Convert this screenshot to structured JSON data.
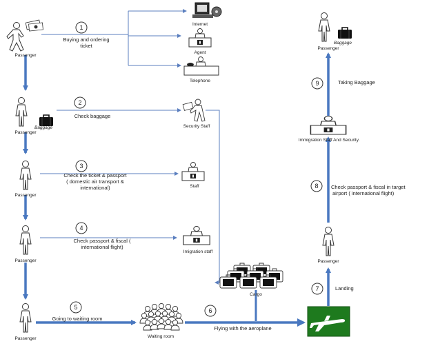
{
  "passenger_label": "Passenger",
  "baggage_label": "Baggage",
  "steps": [
    {
      "number": "1",
      "text_lines": [
        "Buying and ordering",
        "ticket"
      ]
    },
    {
      "number": "2",
      "text_lines": [
        "Check baggage"
      ]
    },
    {
      "number": "3",
      "text_lines": [
        "Check the ticket & passport",
        "( domestic air transport &",
        "international)"
      ]
    },
    {
      "number": "4",
      "text_lines": [
        "Check passport & fiscal (",
        "international flight)"
      ]
    },
    {
      "number": "5",
      "text_lines": [
        "Going to waiting room"
      ]
    },
    {
      "number": "6",
      "text_lines": [
        "Flying with the aeroplane"
      ]
    },
    {
      "number": "7",
      "text_lines": [
        "Landing"
      ]
    },
    {
      "number": "8",
      "text_lines": [
        "Check passport & fiscal in target",
        "airport  ( international flight)"
      ]
    },
    {
      "number": "9",
      "text_lines": [
        "Taking Baggage"
      ]
    }
  ],
  "nodes": {
    "internet": "Internet",
    "agent": "Agent",
    "telephone": "Telephone",
    "security_staff": "Security Staff",
    "staff": "Staff",
    "immigration_staff": "Imigration staff",
    "cargo": "Cargo",
    "waiting_room": "Waiting room",
    "immigration_security": "Immigration Staff And Security."
  },
  "colors": {
    "flow_arrow": "#4a78c0",
    "connector": "#5b7fbf",
    "airport_sign": "#1e7a1e",
    "figure_fill": "#ffffff",
    "figure_stroke": "#333333"
  },
  "icons": {
    "passenger": "person-icon",
    "baggage": "suitcase-icon",
    "internet": "computer-icon",
    "agent": "desk-agent-icon",
    "telephone": "telephone-desk-icon",
    "security_staff": "security-guard-icon",
    "staff": "desk-staff-icon",
    "cargo": "cargo-suitcases-icon",
    "waiting_room": "crowd-icon",
    "airport": "airplane-sign-icon"
  }
}
